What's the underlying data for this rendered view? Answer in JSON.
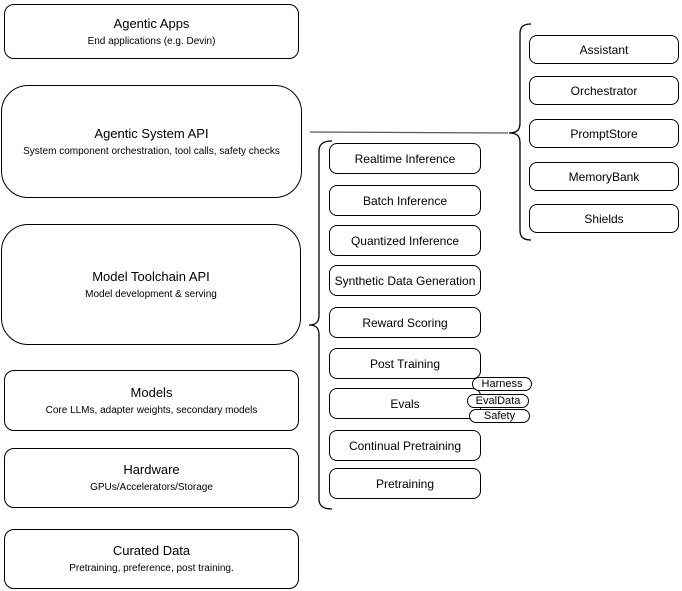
{
  "diagram": {
    "left_column": [
      {
        "title": "Agentic Apps",
        "subtitle": "End applications (e.g. Devin)"
      },
      {
        "title": "Agentic System API",
        "subtitle": "System component orchestration, tool calls, safety checks"
      },
      {
        "title": "Model Toolchain API",
        "subtitle": "Model development & serving"
      },
      {
        "title": "Models",
        "subtitle": "Core LLMs, adapter weights, secondary models"
      },
      {
        "title": "Hardware",
        "subtitle": "GPUs/Accelerators/Storage"
      },
      {
        "title": "Curated Data",
        "subtitle": "Pretraining, preference, post training."
      }
    ],
    "toolchain_services": [
      "Realtime Inference",
      "Batch Inference",
      "Quantized Inference",
      "Synthetic Data Generation",
      "Reward Scoring",
      "Post Training",
      "Evals",
      "Continual Pretraining",
      "Pretraining"
    ],
    "eval_pills": [
      "Harness",
      "EvalData",
      "Safety"
    ],
    "system_components": [
      "Assistant",
      "Orchestrator",
      "PromptStore",
      "MemoryBank",
      "Shields"
    ],
    "colors": {
      "background": "#ffffff",
      "stroke": "#000000",
      "connector": "#595959",
      "text": "#000000"
    }
  }
}
